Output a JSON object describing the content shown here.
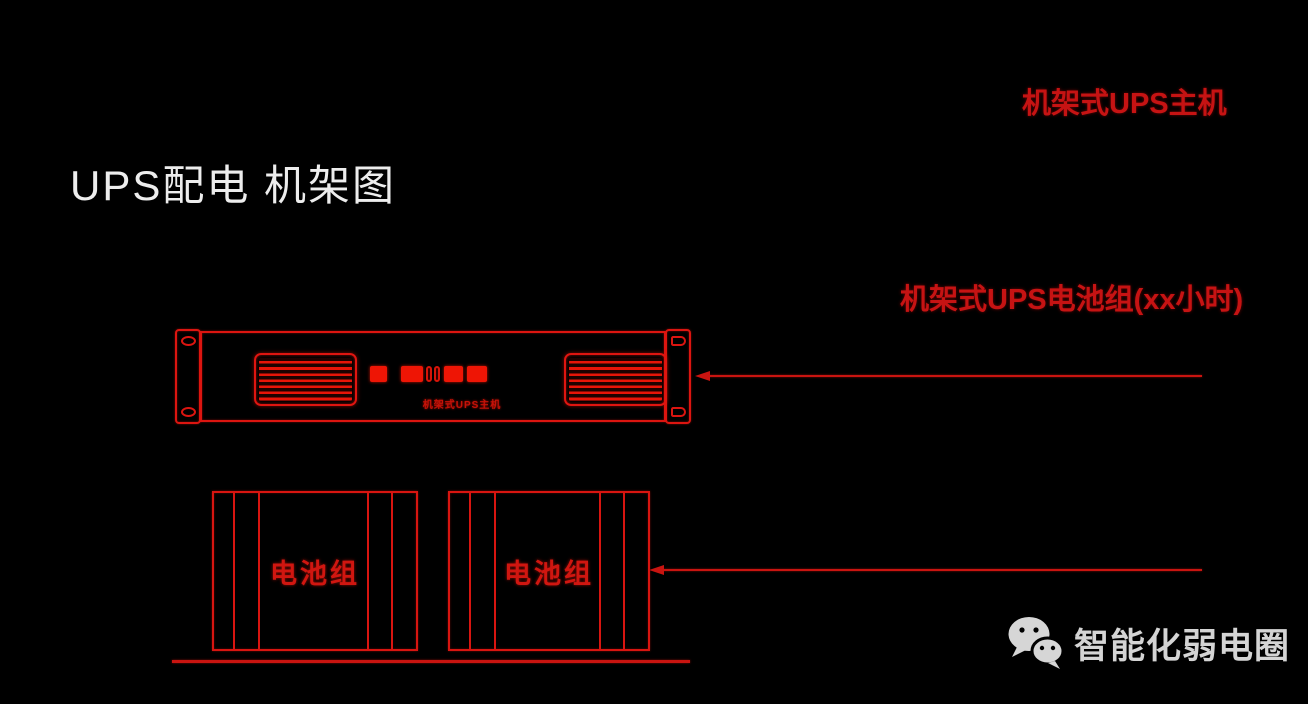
{
  "title": "UPS配电 机架图",
  "annotations": {
    "ups_host_label": "机架式UPS主机",
    "battery_group_label": "机架式UPS电池组(xx小时)"
  },
  "ups_unit": {
    "panel_text": "机架式UPS主机",
    "indicators": [
      "square",
      "square",
      "double-bar",
      "square",
      "square"
    ]
  },
  "batteries": [
    {
      "label": "电池组"
    },
    {
      "label": "电池组"
    }
  ],
  "watermark": {
    "logo": "wechat-icon",
    "text": "智能化弱电圈"
  },
  "colors": {
    "background": "#000000",
    "line_red": "#dc1510",
    "label_red": "#c61313",
    "title_white": "#ededed",
    "watermark_gray": "#d4d4d4"
  }
}
